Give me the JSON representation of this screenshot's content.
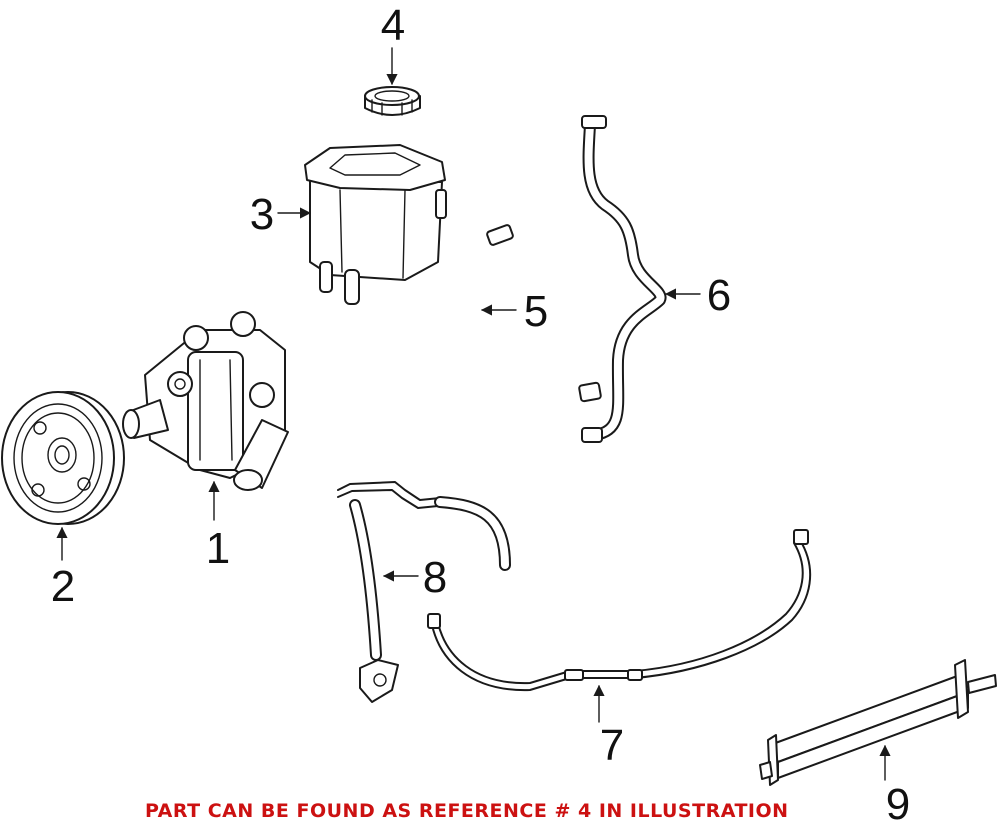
{
  "diagram": {
    "callouts": [
      "1",
      "2",
      "3",
      "4",
      "5",
      "6",
      "7",
      "8",
      "9"
    ],
    "note": "PART CAN BE FOUND AS REFERENCE # 4 IN ILLUSTRATION",
    "note_color": "#cc1111"
  }
}
